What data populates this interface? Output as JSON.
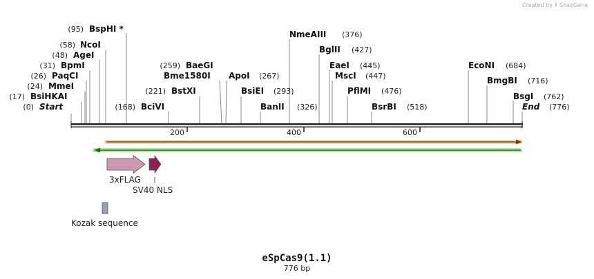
{
  "credit": {
    "text": "Created by",
    "brand": "SnapGene"
  },
  "title": "eSpCas9(1.1)",
  "subtitle": "776 bp",
  "sequence_length": 776,
  "sites": [
    {
      "name": "Start",
      "pos": 0,
      "pos_label": "(0)"
    },
    {
      "name": "BsiHKAI",
      "pos": 17,
      "pos_label": "(17)"
    },
    {
      "name": "MmeI",
      "pos": 24,
      "pos_label": "(24)"
    },
    {
      "name": "PaqCI",
      "pos": 26,
      "pos_label": "(26)"
    },
    {
      "name": "BpmI",
      "pos": 31,
      "pos_label": "(31)"
    },
    {
      "name": "AgeI",
      "pos": 48,
      "pos_label": "(48)"
    },
    {
      "name": "NcoI",
      "pos": 58,
      "pos_label": "(58)"
    },
    {
      "name": "BspHI *",
      "pos": 95,
      "pos_label": "(95)"
    },
    {
      "name": "BciVI",
      "pos": 168,
      "pos_label": "(168)"
    },
    {
      "name": "BstXI",
      "pos": 221,
      "pos_label": "(221)"
    },
    {
      "name": "BaeGI",
      "pos": 259,
      "pos_label": "(259)"
    },
    {
      "name": "Bme1580I",
      "pos": 259,
      "pos_label": ""
    },
    {
      "name": "ApoI",
      "pos": 267,
      "pos_label": "(267)"
    },
    {
      "name": "BsiEI",
      "pos": 293,
      "pos_label": "(293)"
    },
    {
      "name": "BanII",
      "pos": 326,
      "pos_label": "(326)"
    },
    {
      "name": "NmeAIII",
      "pos": 376,
      "pos_label": "(376)"
    },
    {
      "name": "BglII",
      "pos": 427,
      "pos_label": "(427)"
    },
    {
      "name": "EaeI",
      "pos": 445,
      "pos_label": "(445)"
    },
    {
      "name": "MscI",
      "pos": 447,
      "pos_label": "(447)"
    },
    {
      "name": "PflMI",
      "pos": 476,
      "pos_label": "(476)"
    },
    {
      "name": "BsrBI",
      "pos": 518,
      "pos_label": "(518)"
    },
    {
      "name": "EcoNI",
      "pos": 684,
      "pos_label": "(684)"
    },
    {
      "name": "BmgBI",
      "pos": 716,
      "pos_label": "(716)"
    },
    {
      "name": "BsgI",
      "pos": 762,
      "pos_label": "(762)"
    },
    {
      "name": "End",
      "pos": 776,
      "pos_label": "(776)"
    }
  ],
  "ticks": [
    "200",
    "400",
    "600"
  ],
  "features": {
    "flag": "3xFLAG",
    "nls": "SV40 NLS",
    "kozak": "Kozak sequence"
  },
  "colors": {
    "backbone": "#222222",
    "forward_strand": "#e8a33a",
    "reverse_strand": "#3aa631",
    "flag": "#cc99b1",
    "nls": "#8b2252",
    "kozak": "#9aa3b0"
  }
}
